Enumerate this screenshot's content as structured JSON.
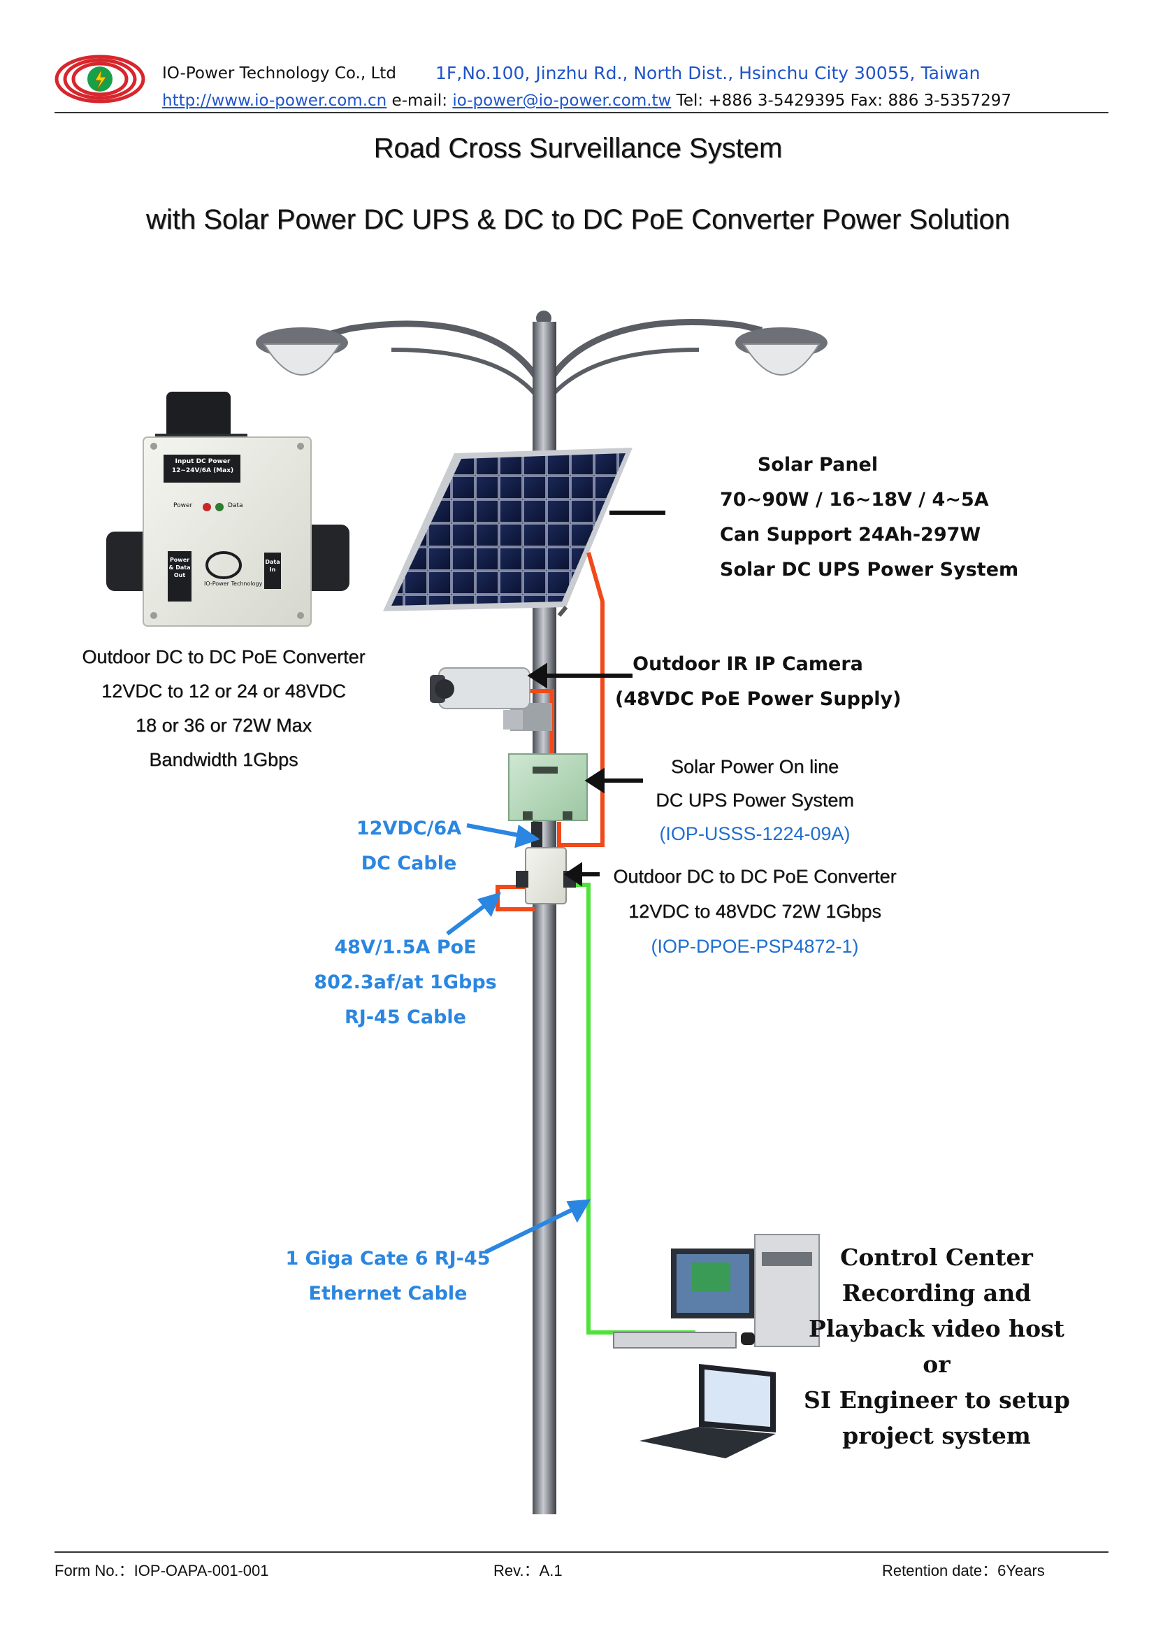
{
  "header": {
    "company": "IO-Power Technology Co., Ltd",
    "address": "1F,No.100, Jinzhu Rd., North Dist., Hsinchu City 30055, Taiwan",
    "website": "http://www.io-power.com.cn",
    "email_label": "e-mail:",
    "email": "io-power@io-power.com.tw",
    "phone_fax": "Tel: +886 3-5429395 Fax: 886 3-5357297"
  },
  "title": {
    "line1": "Road Cross Surveillance System",
    "line2": "with Solar Power DC UPS & DC to DC PoE Converter Power Solution"
  },
  "device_photo": {
    "label_top": "Input DC Power",
    "label_top2": "12~24V/6A (Max)",
    "indicator1": "Power",
    "indicator2": "Data",
    "port_left": "Power & Data Out",
    "brand": "IO-Power Technology",
    "port_right": "Data In"
  },
  "labels": {
    "solar_panel": [
      "Solar Panel",
      "70~90W / 16~18V / 4~5A",
      "Can Support 24Ah-297W",
      "Solar DC UPS Power System"
    ],
    "converter_left": [
      "Outdoor DC to DC PoE Converter",
      "12VDC to 12 or 24 or 48VDC",
      "18 or 36 or 72W Max",
      "Bandwidth 1Gbps"
    ],
    "camera": [
      "Outdoor IR IP Camera",
      "(48VDC PoE Power Supply)"
    ],
    "ups": [
      "Solar Power On line",
      "DC UPS Power System",
      "(IOP-USSS-1224-09A)"
    ],
    "dc_cable": [
      "12VDC/6A",
      "DC Cable"
    ],
    "converter_right": [
      "Outdoor DC to DC PoE Converter",
      "12VDC to 48VDC 72W 1Gbps",
      "(IOP-DPOE-PSP4872-1)"
    ],
    "poe_cable": [
      "48V/1.5A PoE",
      "802.3af/at 1Gbps",
      "RJ-45 Cable"
    ],
    "ethernet_cable": [
      "1 Giga Cate 6 RJ-45",
      "Ethernet Cable"
    ],
    "control_center": [
      "Control Center",
      "Recording and",
      "Playback video host",
      "or",
      "SI Engineer to setup",
      "project system"
    ]
  },
  "footer": {
    "form_no": "Form No.：IOP-OAPA-001-001",
    "rev": "Rev.：A.1",
    "retention": "Retention date：6Years"
  },
  "colors": {
    "power_cable": "#f04a1a",
    "ethernet_cable": "#4fe23c",
    "accent_blue": "#1f6fd1"
  }
}
